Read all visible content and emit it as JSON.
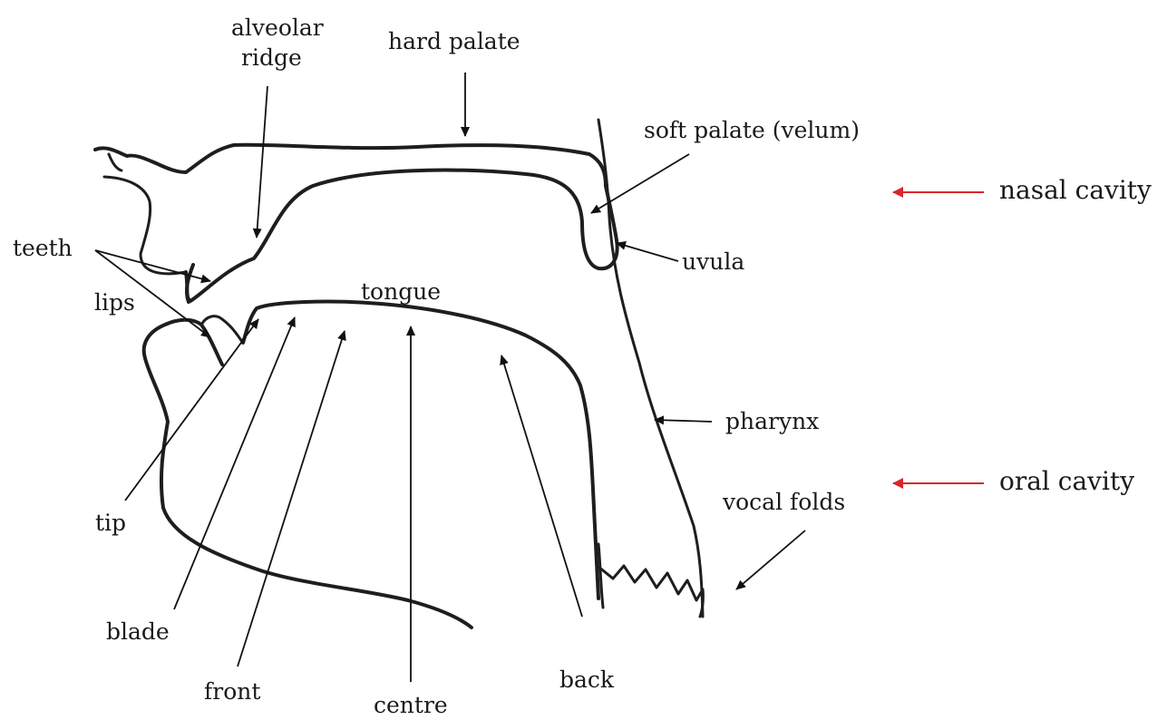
{
  "diagram": {
    "labels": {
      "alveolar_ridge_line1": "alveolar",
      "alveolar_ridge_line2": "ridge",
      "hard_palate": "hard palate",
      "soft_palate": "soft palate (velum)",
      "nasal_cavity": "nasal cavity",
      "teeth": "teeth",
      "uvula": "uvula",
      "lips": "lips",
      "tongue": "tongue",
      "pharynx": "pharynx",
      "oral_cavity": "oral cavity",
      "vocal_folds": "vocal folds",
      "tip": "tip",
      "blade": "blade",
      "front": "front",
      "centre": "centre",
      "back": "back"
    },
    "colors": {
      "outline": "#1e1e1e",
      "arrow": "#111111",
      "accent_arrow": "#d9252b"
    }
  }
}
